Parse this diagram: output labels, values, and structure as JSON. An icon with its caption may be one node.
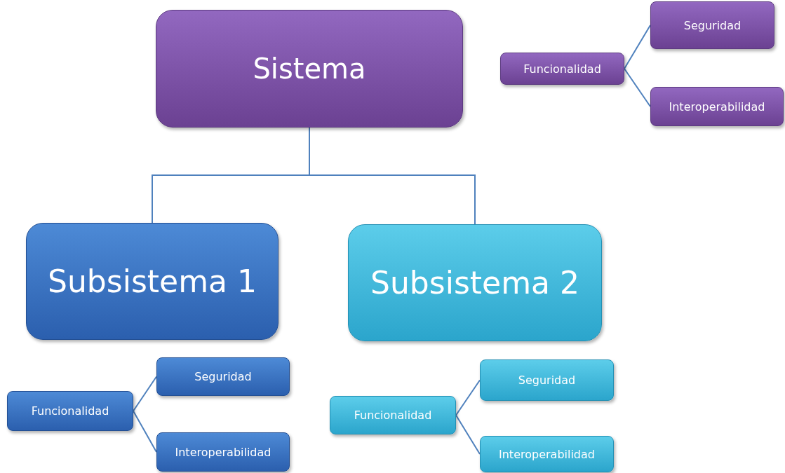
{
  "diagram": {
    "nodes": [
      {
        "text": [
          "Sistema"
        ]
      },
      {
        "text": [
          "Funcionalidad"
        ]
      },
      {
        "text": [
          "Seguridad"
        ]
      },
      {
        "text": [
          "Interoperabilidad"
        ]
      },
      {
        "text": [
          "Subsistema 1"
        ]
      },
      {
        "text": [
          "Subsistema 2"
        ]
      },
      {
        "text": [
          "Funcionalidad"
        ]
      },
      {
        "text": [
          "Seguridad"
        ]
      },
      {
        "text": [
          "Interoperabilidad"
        ]
      },
      {
        "text": [
          "Funcionalidad"
        ]
      },
      {
        "text": [
          "Seguridad"
        ]
      },
      {
        "text": [
          "Interoperabilidad"
        ]
      }
    ],
    "edges": [
      {
        "from": 0,
        "to": 4,
        "arrow": "none"
      },
      {
        "from": 0,
        "to": 5,
        "arrow": "none"
      },
      {
        "from": 1,
        "to": 2,
        "arrow": "none"
      },
      {
        "from": 1,
        "to": 3,
        "arrow": "none"
      },
      {
        "from": 6,
        "to": 7,
        "arrow": "none"
      },
      {
        "from": 6,
        "to": 8,
        "arrow": "none"
      },
      {
        "from": 9,
        "to": 10,
        "arrow": "none"
      },
      {
        "from": 9,
        "to": 11,
        "arrow": "none"
      }
    ]
  }
}
